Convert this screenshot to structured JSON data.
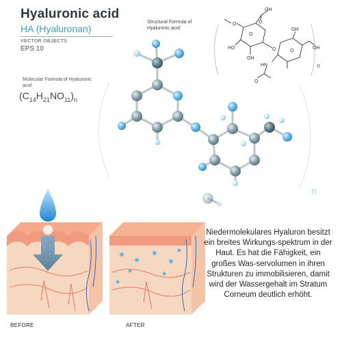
{
  "header": {
    "title": "Hyaluronic acid",
    "subtitle": "HA (Hyaluronan)",
    "vector_label": "VECTOR OBJECTS",
    "eps_label": "EPS 10"
  },
  "molecular": {
    "label": "Molecular Formula of Hyaluronic acid:",
    "formula_open": "(C",
    "c_sub": "14",
    "h": "H",
    "h_sub": "21",
    "no": "NO",
    "o_sub": "11",
    "close": ")",
    "n_sub": "n"
  },
  "structural": {
    "label": "Structural Formula of Hyaluronic acid:",
    "subscript_n": "n",
    "atom_labels": {
      "oh_top": "OH",
      "o_top": "O",
      "o_methoxy": "O",
      "o_ring1": "O",
      "o_link": "O",
      "o_ring2": "O",
      "ho_left": "HO",
      "oh_ring1": "OH",
      "oh_ring2": "OH",
      "oh_right": "OH",
      "hn": "HN",
      "o_amide": "O"
    }
  },
  "model": {
    "subscript_n": "n"
  },
  "description": "Niedermolekulares Hyaluron besitzt ein breites Wirkungs-spektrum in der Haut. Es hat die Fähigkeit, ein großes Was-servolumen in ihren Strukturen zu immobilisieren, damit wird der Wassergehalt im Stratum Corneum deutlich erhöht.",
  "comparison": {
    "before_label": "BEFORE",
    "after_label": "AFTER"
  },
  "colors": {
    "title": "#2f3840",
    "accent_blue": "#3a9fc8",
    "atom_blue": "#6ab7e6",
    "atom_gray": "#8aa3aa",
    "skin_top": "#f0a48a",
    "skin_deep": "#f6d7bf"
  }
}
